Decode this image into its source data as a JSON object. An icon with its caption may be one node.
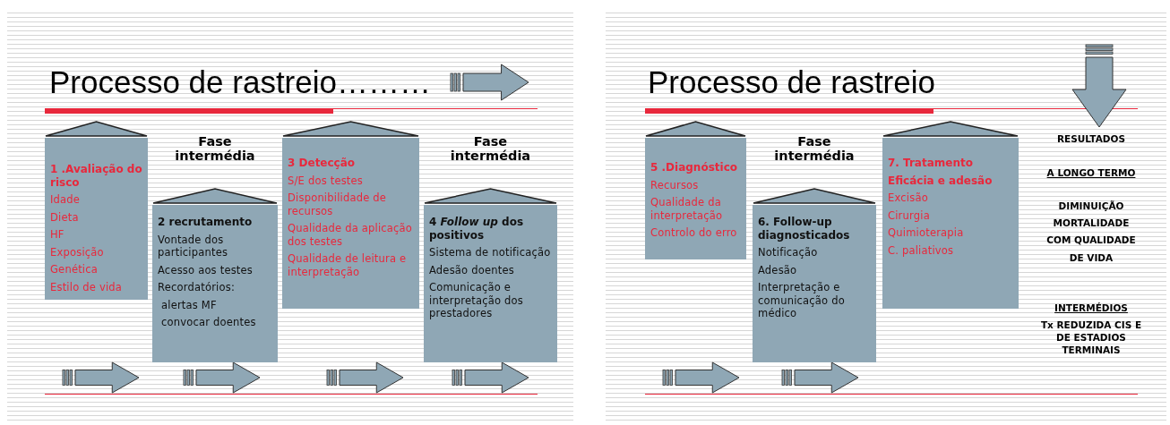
{
  "diagram": {
    "nodes": [
      {
        "text": [
          "1 .Avaliação do risco",
          "Idade",
          "Dieta",
          "HF",
          "Exposição",
          "Genética",
          "Estilo de vida"
        ]
      },
      {
        "text": [
          "Fase intermédia",
          "2 recrutamento",
          "Vontade dos participantes",
          "Acesso aos testes",
          "Recordatórios:",
          "alertas MF",
          "convocar doentes"
        ]
      },
      {
        "text": [
          "3 Detecção",
          "S/E  dos testes",
          "Disponibilidade de recursos",
          "Qualidade da aplicação dos testes",
          "Qualidade de leitura e interpretação"
        ]
      },
      {
        "text": [
          "Fase intermédia",
          "4 *Follow up* dos positivos",
          "Sistema de notificação",
          "Adesão doentes",
          "Comunicação e interpretação dos prestadores"
        ]
      },
      {
        "text": [
          "5 .Diagnóstico",
          "Recursos",
          "Qualidade da interpretação",
          "Controlo do erro"
        ]
      },
      {
        "text": [
          "Fase intermédia",
          "6. Follow-up diagnosticados",
          "Notificação",
          "Adesão",
          "Interpretação e comunicação do médico"
        ]
      },
      {
        "text": [
          "7. Tratamento",
          "Eficácia  e adesão",
          "Excisão",
          "Cirurgia",
          "Quimioterapia",
          "C. paliativos"
        ]
      }
    ],
    "labels": [
      "Processo de rastreio………",
      "Processo de rastreio",
      "RESULTADOS",
      "A LONGO TERMO",
      "DIMINUIÇÃO",
      "MORTALIDADE",
      "COM QUALIDADE",
      "DE VIDA",
      "INTERMÉDIOS",
      "Tx REDUZIDA CIS E DE ESTADIOS TERMINAIS"
    ]
  }
}
